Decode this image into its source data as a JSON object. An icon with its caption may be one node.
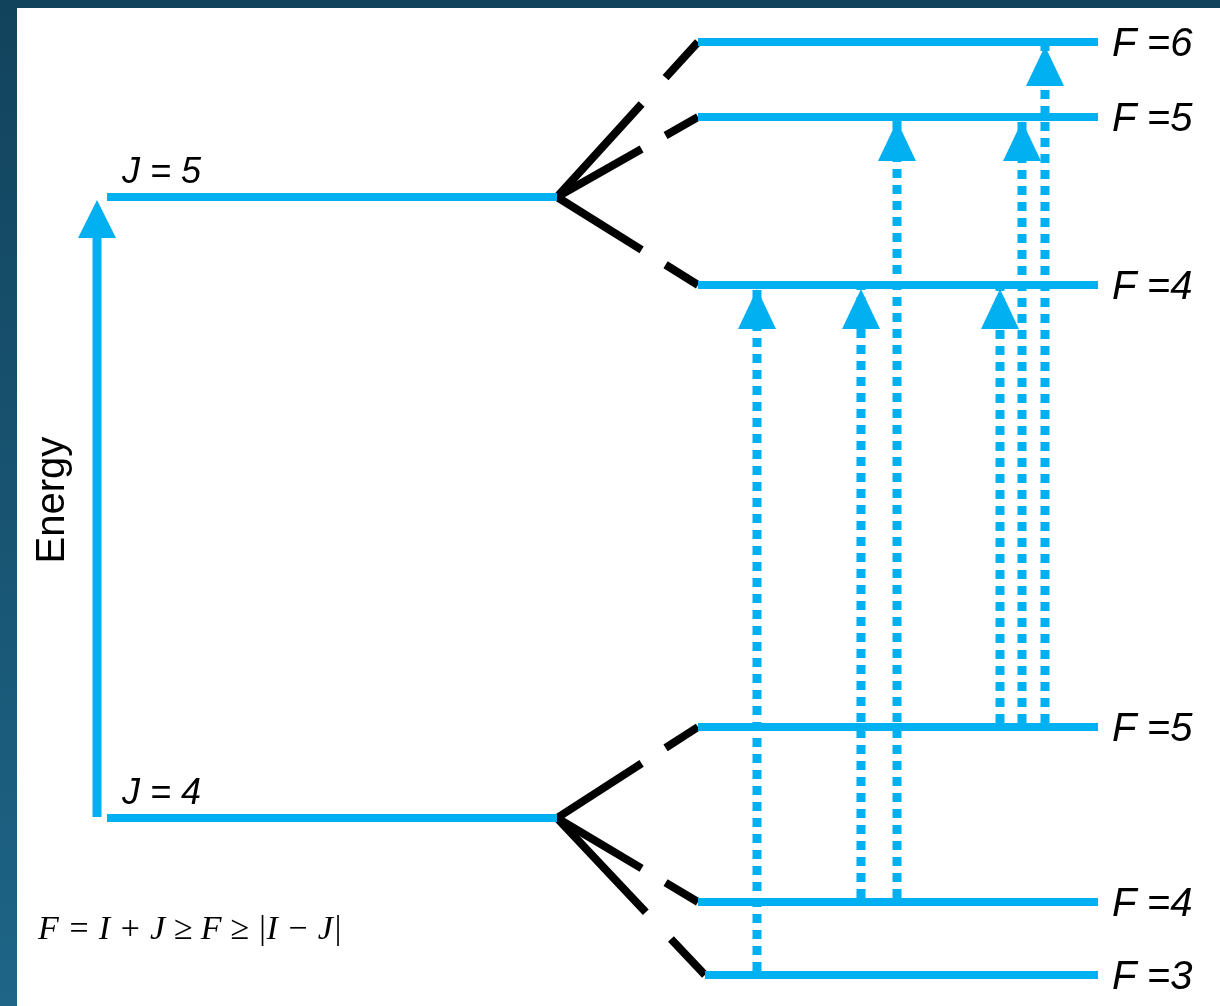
{
  "diagram": {
    "nodes": [
      {
        "text": [
          "J = 5"
        ]
      },
      {
        "text": [
          "J = 4"
        ]
      },
      {
        "text": [
          "F =6"
        ]
      },
      {
        "text": [
          "F =5"
        ]
      },
      {
        "text": [
          "F =4"
        ]
      },
      {
        "text": [
          "F =5"
        ]
      },
      {
        "text": [
          "F =4"
        ]
      },
      {
        "text": [
          "F =3"
        ]
      }
    ],
    "edges": [
      {
        "from": 0,
        "to": 2,
        "arrow": "none",
        "style": "dashed",
        "color": "#000000"
      },
      {
        "from": 0,
        "to": 3,
        "arrow": "none",
        "style": "dashed",
        "color": "#000000"
      },
      {
        "from": 0,
        "to": 4,
        "arrow": "none",
        "style": "dashed",
        "color": "#000000"
      },
      {
        "from": 1,
        "to": 5,
        "arrow": "none",
        "style": "dashed",
        "color": "#000000"
      },
      {
        "from": 1,
        "to": 6,
        "arrow": "none",
        "style": "dashed",
        "color": "#000000"
      },
      {
        "from": 1,
        "to": 7,
        "arrow": "none",
        "style": "dashed",
        "color": "#000000"
      },
      {
        "from": 7,
        "to": 4,
        "arrow": "to",
        "style": "dashed",
        "color": "#00b0f0"
      },
      {
        "from": 6,
        "to": 4,
        "arrow": "to",
        "style": "dashed",
        "color": "#00b0f0"
      },
      {
        "from": 6,
        "to": 3,
        "arrow": "to",
        "style": "dashed",
        "color": "#00b0f0"
      },
      {
        "from": 5,
        "to": 4,
        "arrow": "to",
        "style": "dashed",
        "color": "#00b0f0"
      },
      {
        "from": 5,
        "to": 3,
        "arrow": "to",
        "style": "dashed",
        "color": "#00b0f0"
      },
      {
        "from": 5,
        "to": 2,
        "arrow": "to",
        "style": "dashed",
        "color": "#00b0f0"
      }
    ],
    "labels": [
      "Energy",
      "F = I + J ≥ F ≥ |I − J|"
    ]
  }
}
